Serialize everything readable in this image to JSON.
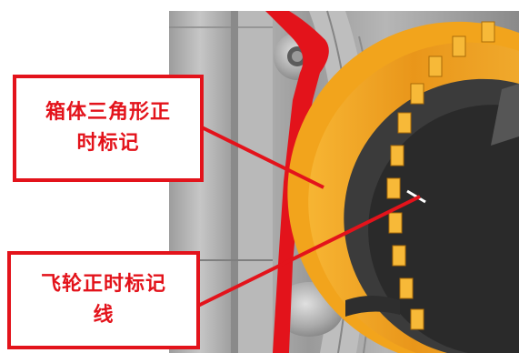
{
  "colors": {
    "annotation": "#e3131b",
    "flywheel": "#f2a41c",
    "metal": "#a3a3a3",
    "green_part": "#7fb59b"
  },
  "labels": {
    "housing_mark_line1": "箱体三角形正",
    "housing_mark_line2": "时标记",
    "flywheel_mark_line1": "飞轮正时标记",
    "flywheel_mark_line2": "线"
  }
}
